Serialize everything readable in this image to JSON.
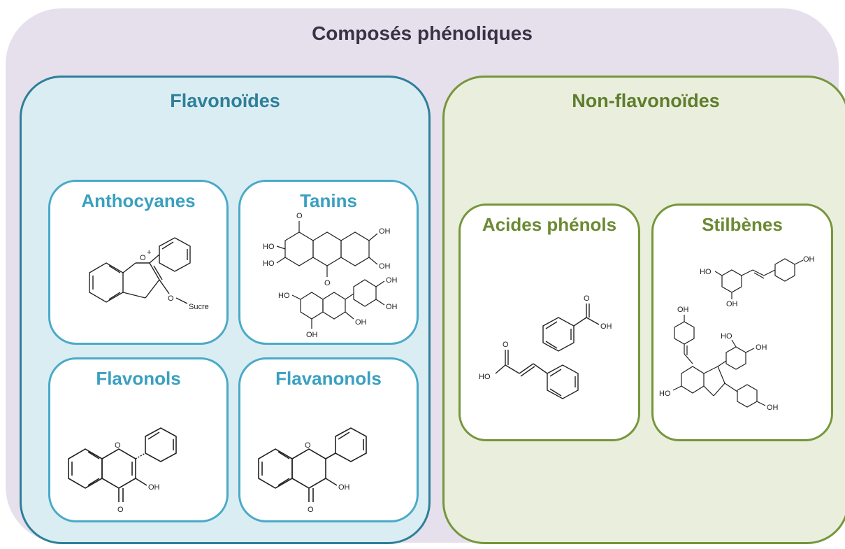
{
  "title": "Composés phénoliques",
  "groups": {
    "flavonoides": {
      "title": "Flavonoïdes",
      "cards": {
        "anthocyanes": {
          "title": "Anthocyanes",
          "label_oplus": "O",
          "label_sub": "O",
          "label_sucre": "Sucre"
        },
        "tanins": {
          "title": "Tanins",
          "label_oh": "OH",
          "label_ho": "HO",
          "label_o": "O"
        },
        "flavonols": {
          "title": "Flavonols",
          "label_o": "O",
          "label_oh": "OH"
        },
        "flavanonols": {
          "title": "Flavanonols",
          "label_o": "O",
          "label_oh": "OH"
        }
      }
    },
    "non_flavonoides": {
      "title": "Non-flavonoïdes",
      "cards": {
        "acides_phenols": {
          "title": "Acides phénols",
          "label_o": "O",
          "label_oh": "OH",
          "label_ho": "HO"
        },
        "stilbenes": {
          "title": "Stilbènes",
          "label_oh": "OH",
          "label_ho": "HO"
        }
      }
    }
  },
  "colors": {
    "outer_bg": "#e6e0ec",
    "flavonoides_border": "#2f7f99",
    "non_flavonoides_border": "#76963b"
  }
}
